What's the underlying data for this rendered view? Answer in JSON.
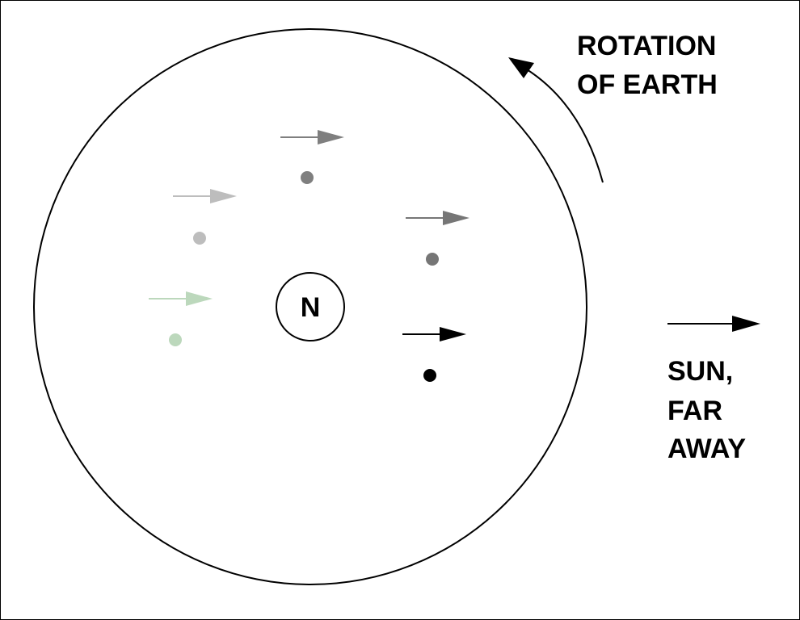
{
  "diagram": {
    "center_label": "N",
    "rotation_label_line1": "ROTATION",
    "rotation_label_line2": "OF EARTH",
    "sun_label_line1": "SUN,",
    "sun_label_line2": "FAR",
    "sun_label_line3": "AWAY",
    "colors": {
      "outline": "#000000",
      "marker_light_green": "#bcd8bc",
      "marker_light_gray": "#bdbdbd",
      "marker_gray": "#7f7f7f",
      "marker_dark_gray": "#767676",
      "marker_black": "#000000"
    }
  }
}
